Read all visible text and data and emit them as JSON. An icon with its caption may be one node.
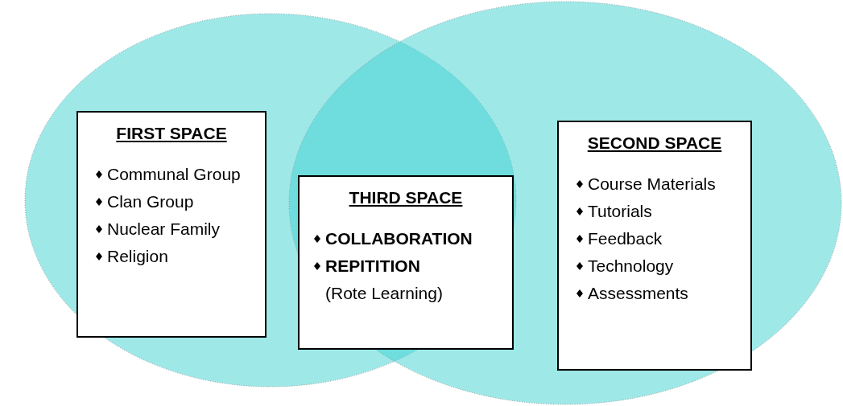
{
  "diagram": {
    "nodes": [
      {
        "text": [],
        "shape": "circle"
      },
      {
        "text": [
          "FIRST SPACE",
          "Communal Group",
          "Clan Group",
          "Nuclear Family",
          "Religion"
        ],
        "in": 0
      },
      {
        "text": [],
        "shape": "circle"
      },
      {
        "text": [
          "THIRD SPACE",
          "COLLABORATION",
          "REPITITION",
          "(Rote Learning)"
        ]
      },
      {
        "text": [
          "SECOND SPACE",
          "Course Materials",
          "Tutorials",
          "Feedback",
          "Technology",
          "Assessments"
        ],
        "in": 2
      }
    ]
  }
}
